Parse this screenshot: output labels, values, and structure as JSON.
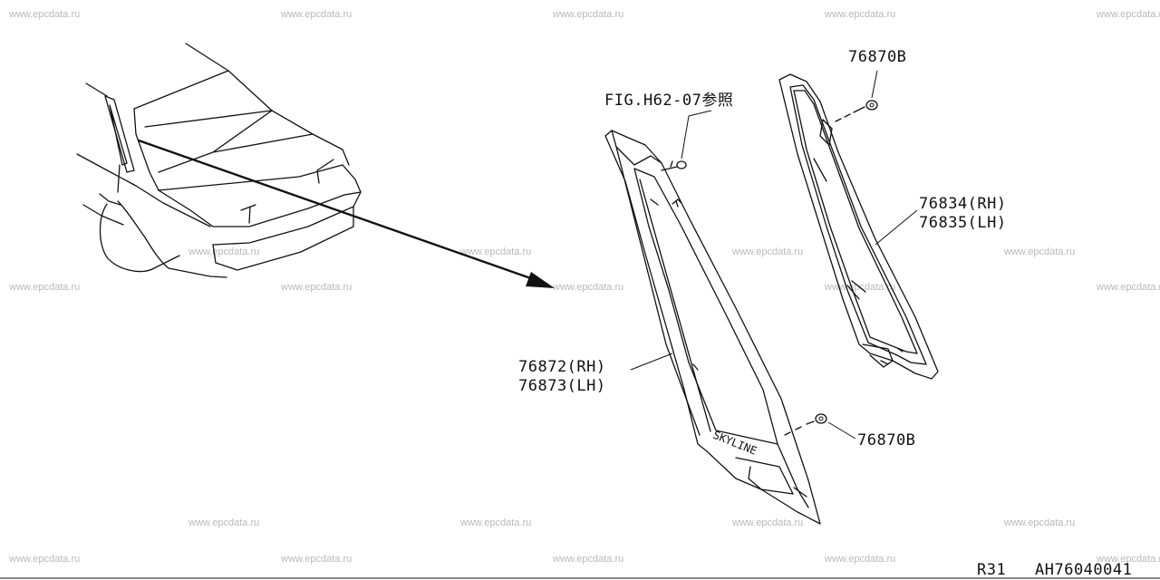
{
  "watermarks": {
    "text": "www.epcdata.ru"
  },
  "callouts": {
    "fig_reference": "FIG.H62-07参照",
    "clip_top": "76870B",
    "glass_rh": "76834(RH)",
    "glass_lh": "76835(LH)",
    "finisher_rh": "76872(RH)",
    "finisher_lh": "76873(LH)",
    "clip_bottom": "76870B"
  },
  "emblem_text": "SKYLINE",
  "footer": {
    "model": "R31",
    "code": "AH76040041"
  },
  "colors": {
    "line": "#111111",
    "watermark": "#b8b8b8",
    "background": "#ffffff"
  }
}
